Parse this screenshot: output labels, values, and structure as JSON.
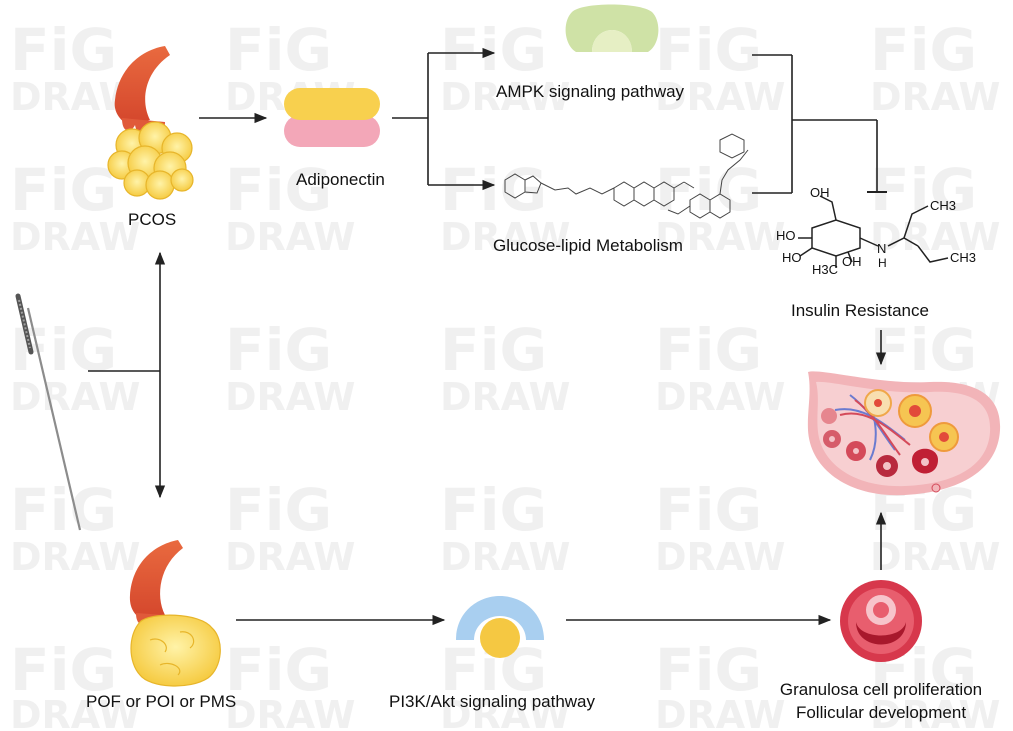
{
  "nodes": {
    "pcos": "PCOS",
    "adiponectin": "Adiponectin",
    "ampk": "AMPK signaling pathway",
    "glucose": "Glucose-lipid Metabolism",
    "insulin": "Insulin Resistance",
    "pof": "POF or POI or PMS",
    "pi3k": "PI3K/Akt signaling pathway",
    "granulosa_line1": "Granulosa cell proliferation",
    "granulosa_line2": "Follicular development"
  },
  "molecule_labels": {
    "oh_top": "OH",
    "oh_left1": "HO",
    "oh_left2": "HO",
    "ch3": "H3C",
    "oh_bottom": "OH",
    "nh": "H",
    "n": "N",
    "ch3_top": "CH3",
    "ch3_right": "CH3"
  },
  "watermark": [
    "FiG",
    "DRAW"
  ]
}
